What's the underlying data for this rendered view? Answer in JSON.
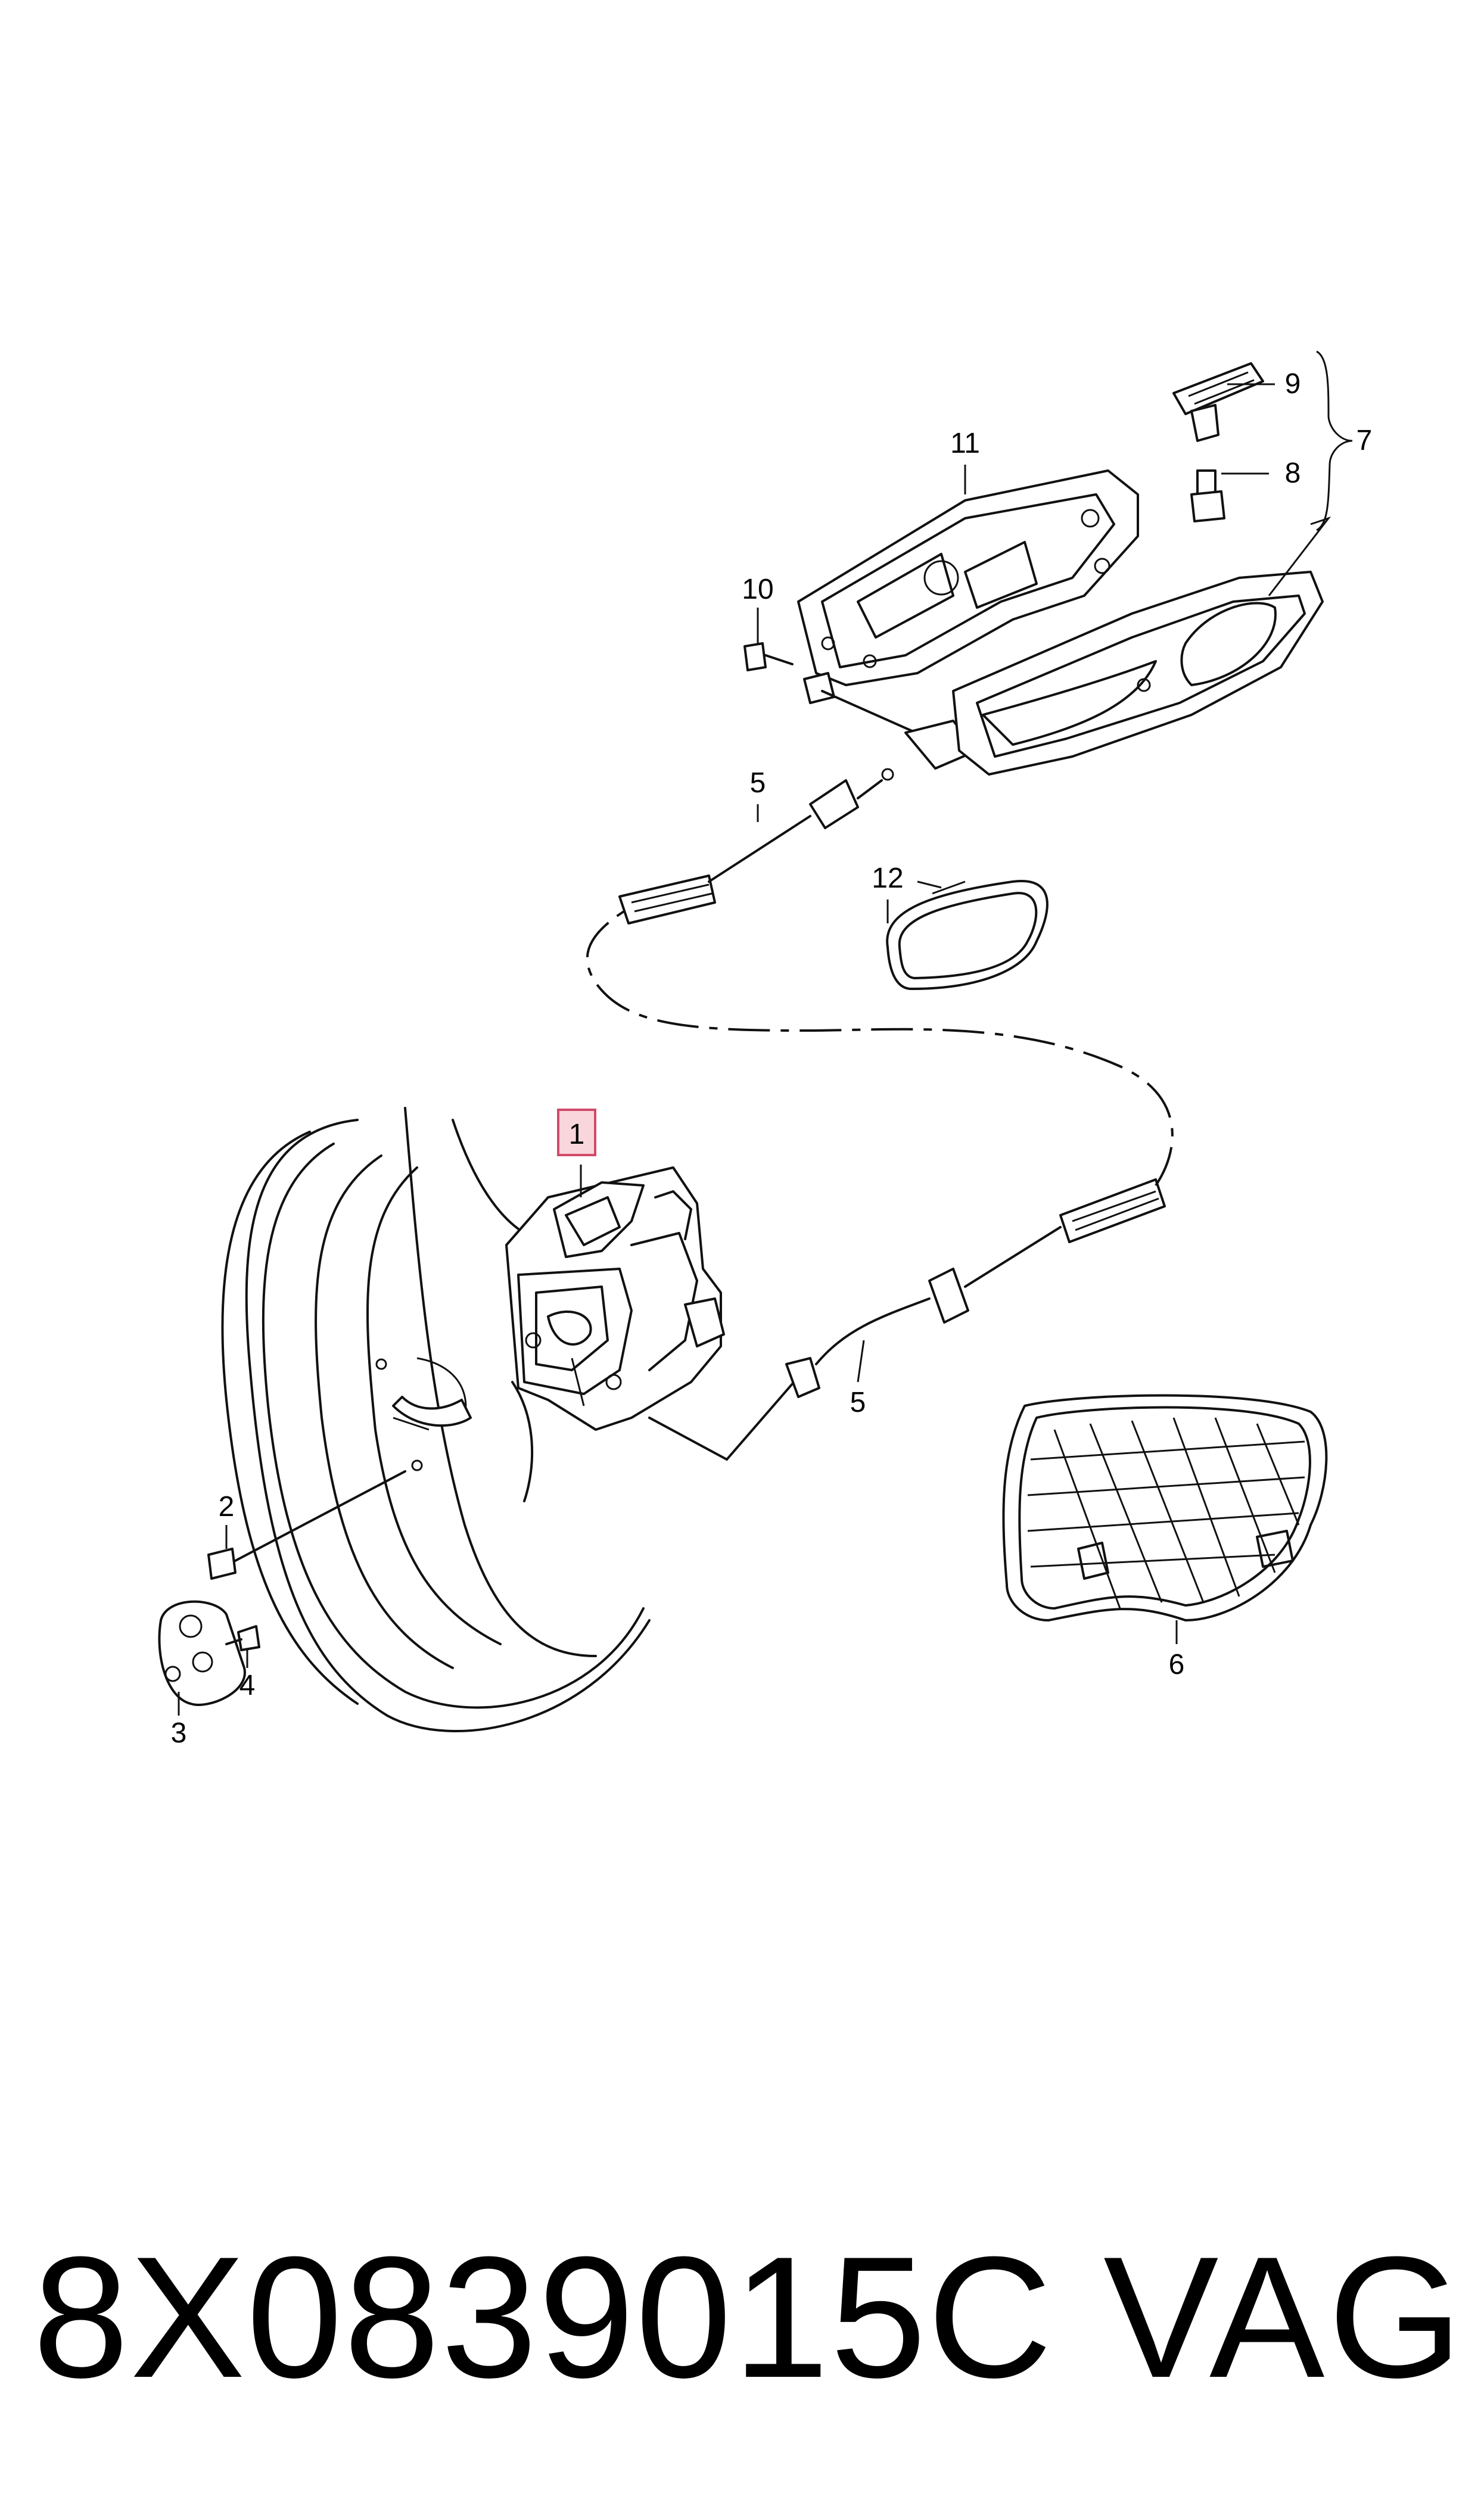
{
  "callouts": {
    "c1": "1",
    "c2": "2",
    "c3": "3",
    "c4": "4",
    "c5a": "5",
    "c5b": "5",
    "c6": "6",
    "c7": "7",
    "c8": "8",
    "c9": "9",
    "c10": "10",
    "c11": "11",
    "c12": "12"
  },
  "highlighted_callout": "1",
  "footer": {
    "part_number": "8X0839015C",
    "brand": "VAG"
  },
  "colors": {
    "line": "#111111",
    "highlight_fill": "#f8d6dc",
    "highlight_stroke": "#d14a6a"
  }
}
